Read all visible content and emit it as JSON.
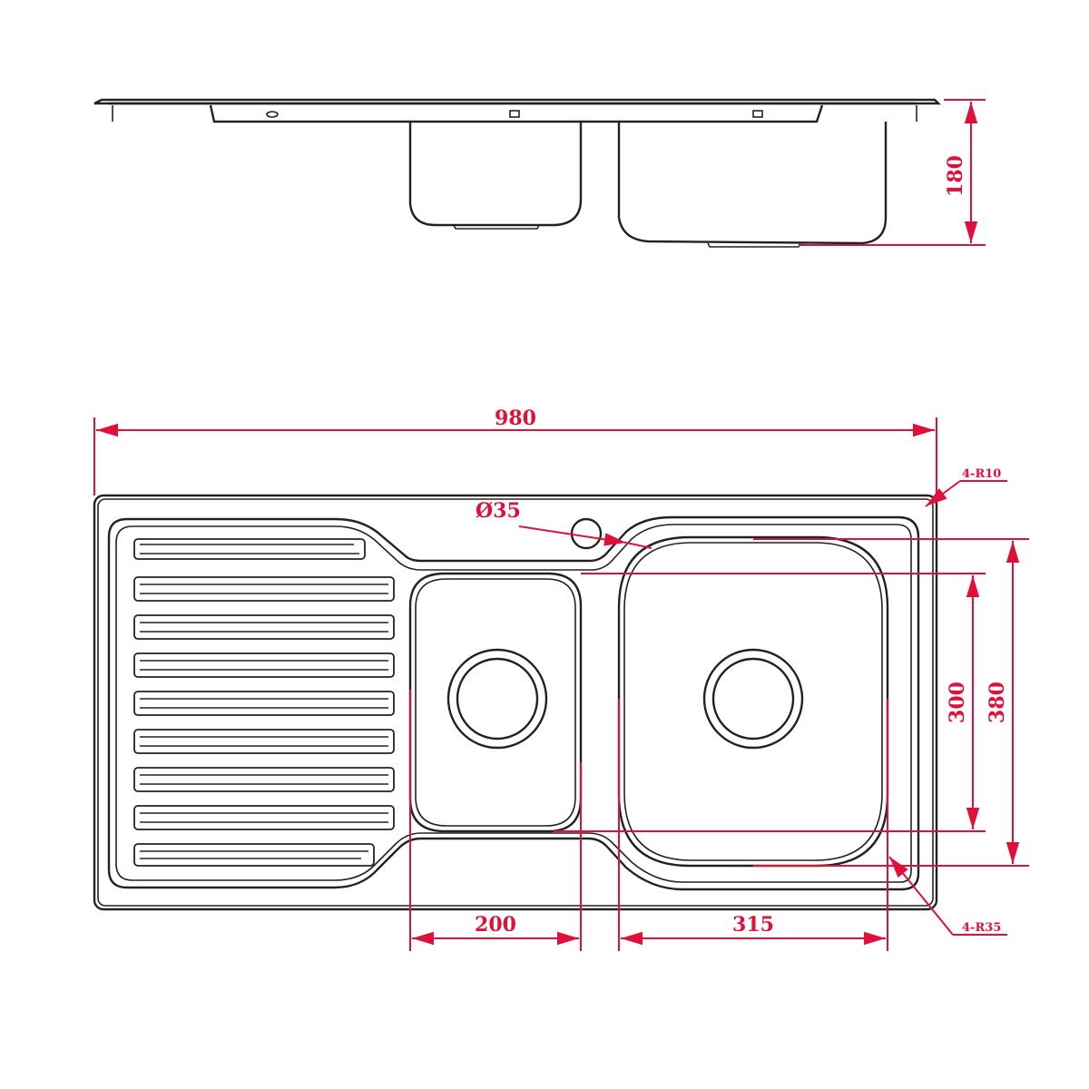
{
  "dimensions": {
    "depth": "180",
    "overall_width": "980",
    "corner_radius_outer": "4-R10",
    "tap_hole": "Ø35",
    "inner_bowl_depth": "300",
    "overall_depth": "380",
    "small_bowl_width": "200",
    "large_bowl_width": "315",
    "corner_radius_bowl": "4-R35"
  },
  "colors": {
    "outline": "#222222",
    "dimension": "#e0103a"
  }
}
